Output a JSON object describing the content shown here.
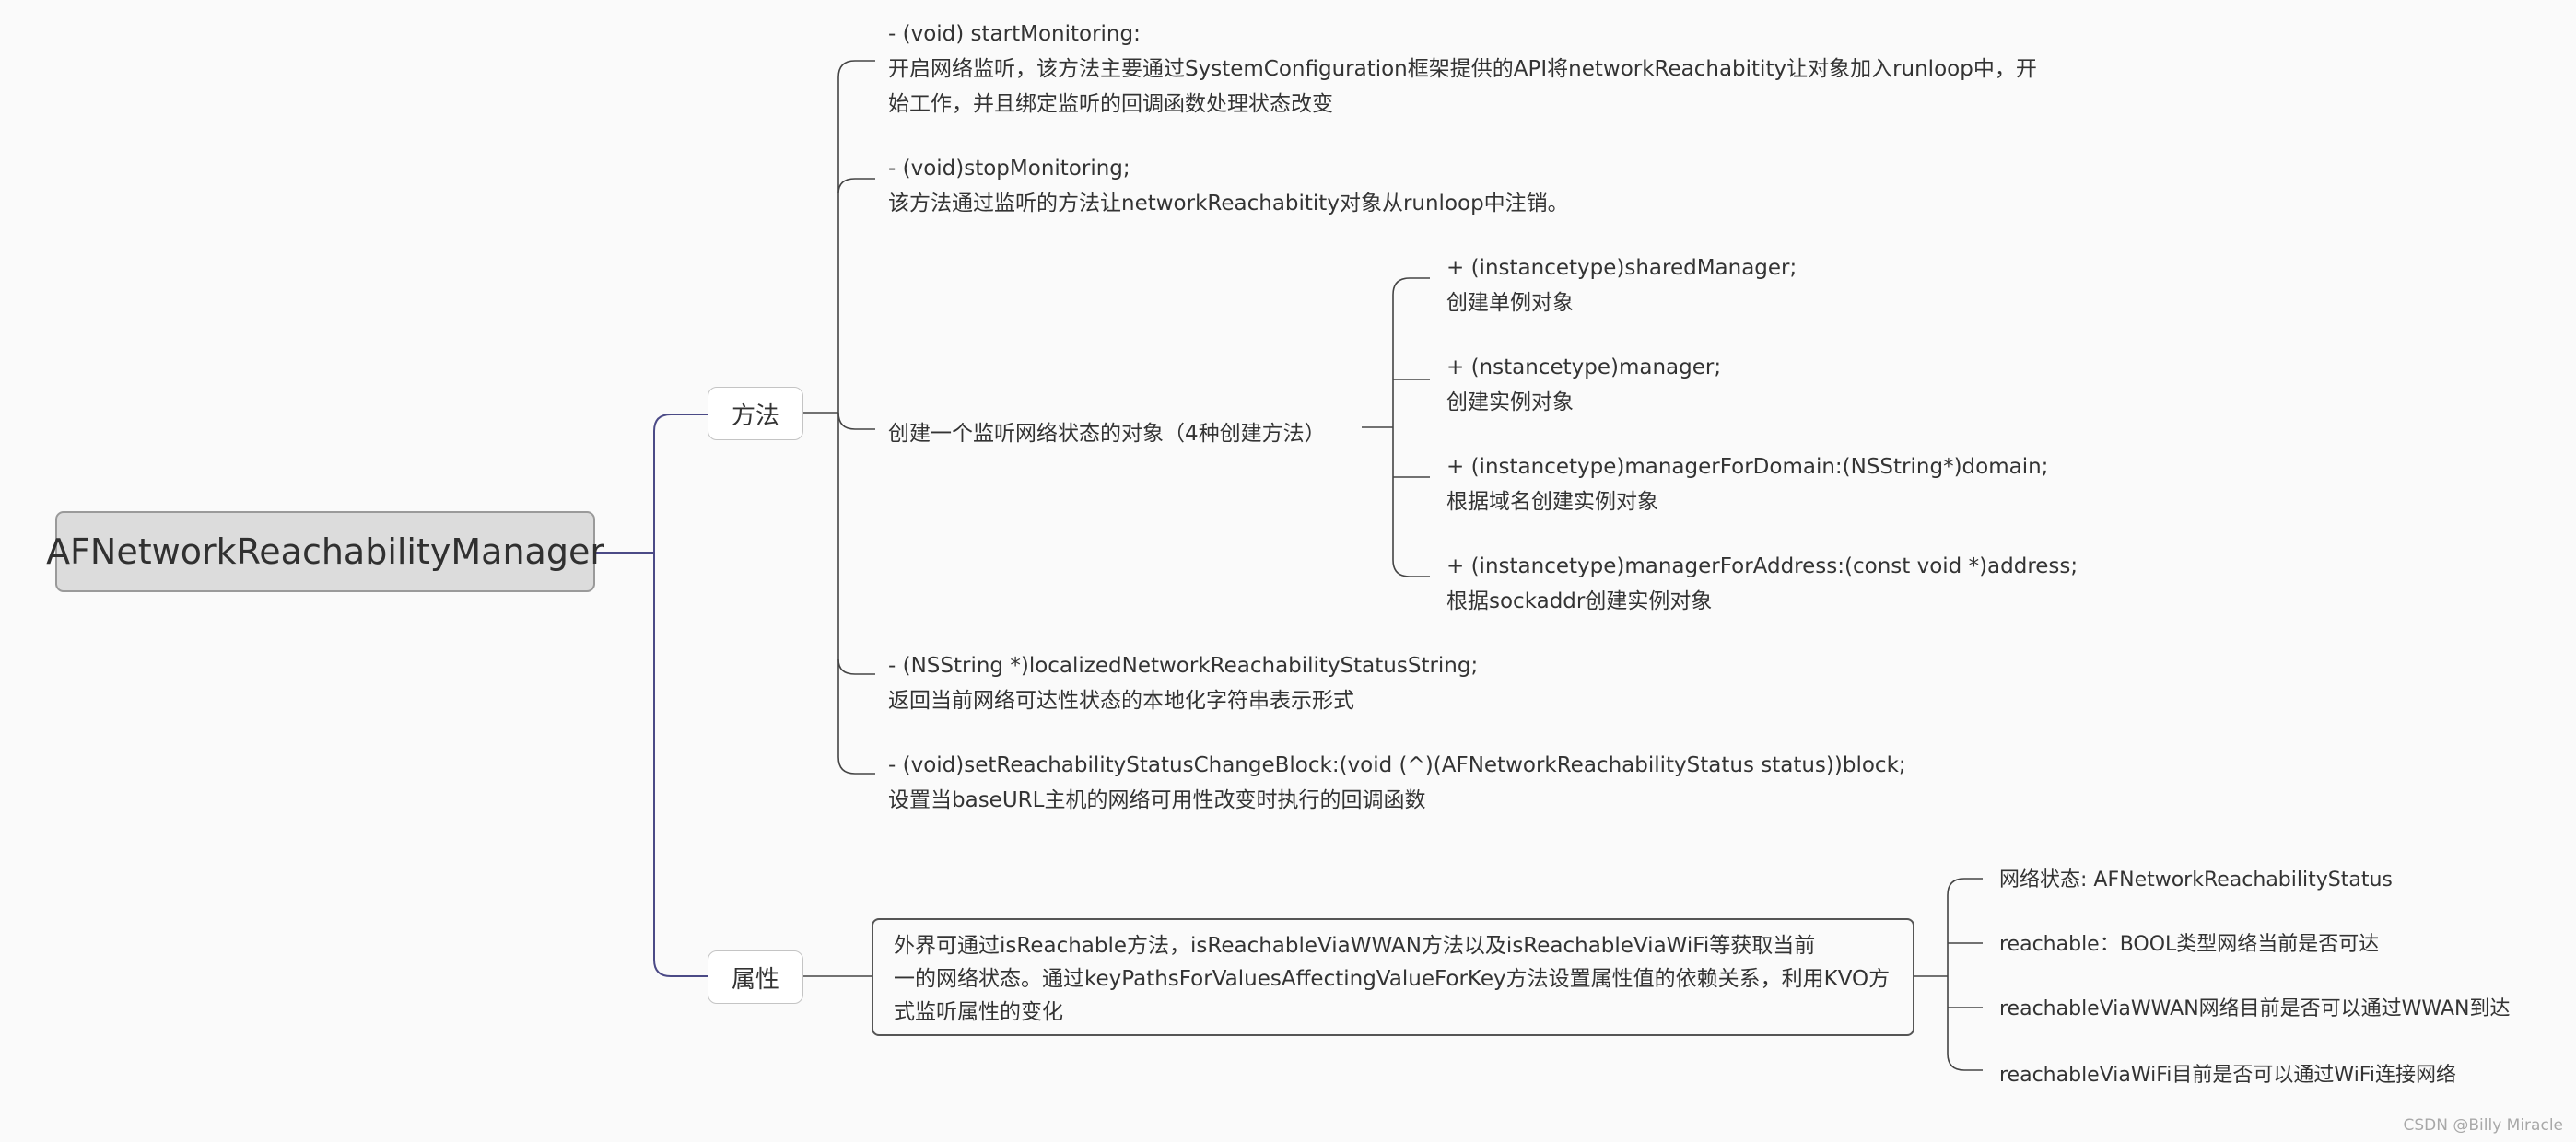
{
  "root": {
    "label": "AFNetworkReachabilityManager"
  },
  "methods": {
    "label": "方法",
    "items": [
      {
        "title": "- (void) startMonitoring:",
        "desc_1": "开启网络监听，该方法主要通过SystemConfiguration框架提供的API将networkReachabitity让对象加入runloop中，开",
        "desc_2": "始工作，并且绑定监听的回调函数处理状态改变"
      },
      {
        "title": "- (void)stopMonitoring;",
        "desc_1": "该方法通过监听的方法让networkReachabitity对象从runloop中注销。"
      },
      {
        "title": "创建一个监听网络状态的对象（4种创建方法）"
      },
      {
        "title": "- (NSString *)localizedNetworkReachabilityStatusString;",
        "desc_1": "返回当前网络可达性状态的本地化字符串表示形式"
      },
      {
        "title": "- (void)setReachabilityStatusChangeBlock:(void (^)(AFNetworkReachabilityStatus status))block;",
        "desc_1": "设置当baseURL主机的网络可用性改变时执行的回调函数"
      }
    ],
    "create_methods": [
      {
        "title": "+ (instancetype)sharedManager;",
        "desc": "创建单例对象"
      },
      {
        "title": "+ (nstancetype)manager;",
        "desc": "创建实例对象"
      },
      {
        "title": "+ (instancetype)managerForDomain:(NSString*)domain;",
        "desc": "根据域名创建实例对象"
      },
      {
        "title": "+ (instancetype)managerForAddress:(const void *)address;",
        "desc": "根据sockaddr创建实例对象"
      }
    ]
  },
  "properties": {
    "label": "属性",
    "summary_1": "外界可通过isReachable方法，isReachableViaWWAN方法以及isReachableViaWiFi等获取当前",
    "summary_2": "一的网络状态。通过keyPathsForValuesAffectingValueForKey方法设置属性值的依赖关系，利用KVO方",
    "summary_3": "式监听属性的变化",
    "items": [
      "网络状态: AFNetworkReachabilityStatus",
      "reachable：BOOL类型网络当前是否可达",
      "reachableViaWWAN网络目前是否可以通过WWAN到达",
      "reachableViaWiFi目前是否可以通过WiFi连接网络"
    ]
  },
  "watermark": "CSDN @Billy Miracle",
  "colors": {
    "root_connector": "#4b4a86",
    "connector": "#444444",
    "root_fill": "#dcdcdc"
  }
}
